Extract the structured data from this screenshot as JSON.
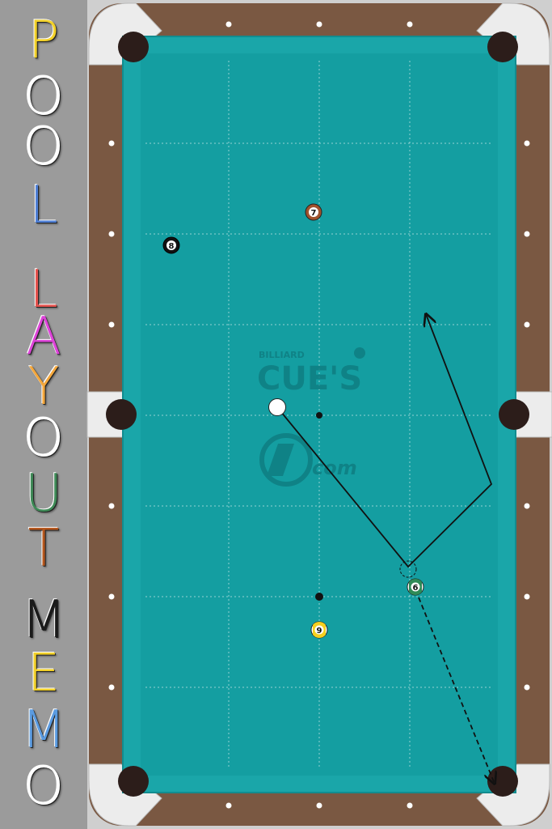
{
  "title": {
    "letters": [
      {
        "ch": "P",
        "color": "#f2d12a"
      },
      {
        "ch": "O",
        "color": "#ffffff"
      },
      {
        "ch": "O",
        "color": "#ffffff"
      },
      {
        "ch": "L",
        "color": "#4f7fd4"
      },
      {
        "ch": "L",
        "color": "#e4524e"
      },
      {
        "ch": "A",
        "color": "#dd44d8"
      },
      {
        "ch": "Y",
        "color": "#f4a73c"
      },
      {
        "ch": "O",
        "color": "#ffffff"
      },
      {
        "ch": "U",
        "color": "#3f8a57"
      },
      {
        "ch": "T",
        "color": "#b5561c"
      },
      {
        "ch": "M",
        "color": "#1a1a1a"
      },
      {
        "ch": "E",
        "color": "#f2d12a"
      },
      {
        "ch": "M",
        "color": "#5b9be0"
      },
      {
        "ch": "O",
        "color": "#ffffff"
      }
    ]
  },
  "logo": {
    "line1": "BILLIARD",
    "line2": "CUE'S",
    "line3": "com"
  },
  "balls": [
    {
      "id": "cue",
      "label": "",
      "kind": "cue"
    },
    {
      "id": "ball-6",
      "label": "6",
      "kind": "stripe",
      "color": "#2e8b57"
    },
    {
      "id": "ball-7",
      "label": "7",
      "kind": "solid",
      "color": "#a0522d"
    },
    {
      "id": "ball-8",
      "label": "8",
      "kind": "solid",
      "color": "#111111"
    },
    {
      "id": "ball-9",
      "label": "9",
      "kind": "stripe",
      "color": "#f5d020"
    }
  ],
  "colors": {
    "cloth": "#16a0a3",
    "rail": "#7a5842",
    "cushion": "#1aa6a9",
    "pocket": "#2c1d1a",
    "corner": "#eeeeee"
  }
}
